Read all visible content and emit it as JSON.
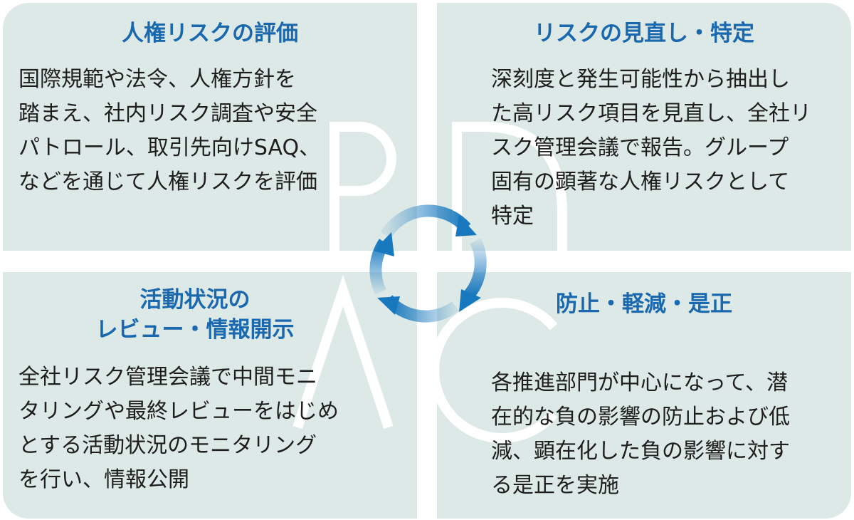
{
  "colors": {
    "panel": "#dde9e7",
    "title": "#1a68ae",
    "arrow": "#1878be"
  },
  "quadrants": {
    "plan": {
      "letter": "P",
      "title": [
        "人権リスクの評価"
      ],
      "body": [
        "国際規範や法令、人権方針を",
        "踏まえ、社内リスク調査や安全",
        "パトロール、取引先向けSAQ、",
        "などを通じて人権リスクを評価"
      ]
    },
    "do": {
      "letter": "D",
      "title": [
        "リスクの見直し・特定"
      ],
      "body": [
        "深刻度と発生可能性から抽出し",
        "た高リスク項目を見直し、全社リ",
        "スク管理会議で報告。グループ",
        "固有の顕著な人権リスクとして",
        "特定"
      ]
    },
    "act": {
      "letter": "A",
      "title": [
        "活動状況の",
        "レビュー・情報開示"
      ],
      "body": [
        "全社リスク管理会議で中間モニ",
        "タリングや最終レビューをはじめ",
        "とする活動状況のモニタリング",
        "を行い、情報公開"
      ]
    },
    "check": {
      "letter": "C",
      "title": [
        "防止・軽減・是正"
      ],
      "body": [
        "各推進部門が中心になって、潜",
        "在的な負の影響の防止および低",
        "減、顕在化した負の影響に対す",
        "る是正を実施"
      ]
    }
  },
  "icons": {
    "center": "cycle-arrows-icon"
  }
}
